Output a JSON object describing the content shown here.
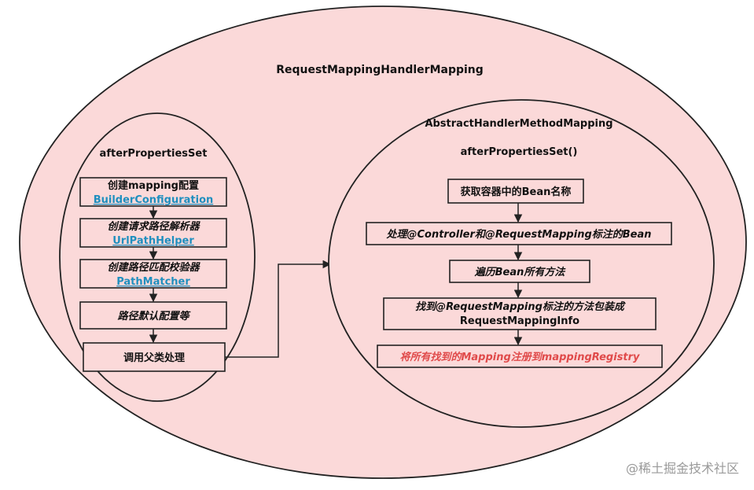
{
  "colors": {
    "fill": "#fbd9d9",
    "stroke": "#222222",
    "link_blue": "#1f8fbf",
    "highlight_red": "#e04a4a"
  },
  "outer": {
    "title": "RequestMappingHandlerMapping"
  },
  "left": {
    "title": "afterPropertiesSet",
    "steps": [
      {
        "line1": "创建mapping配置",
        "line2": "BuilderConfiguration"
      },
      {
        "line1": "创建请求路径解析器",
        "line2": "UrlPathHelper"
      },
      {
        "line1": "创建路径匹配校验器",
        "line2": "PathMatcher"
      },
      {
        "line1": "路径默认配置等"
      },
      {
        "line1": "调用父类处理"
      }
    ]
  },
  "right": {
    "title": "AbstractHandlerMethodMapping",
    "subtitle": "afterPropertiesSet()",
    "steps": [
      {
        "line1": "获取容器中的Bean名称"
      },
      {
        "line1": "处理@Controller和@RequestMapping标注的Bean"
      },
      {
        "line1": "遍历Bean所有方法"
      },
      {
        "line1": "找到@RequestMapping标注的方法包装成",
        "line2": "RequestMappingInfo"
      },
      {
        "line1": "将所有找到的Mapping注册到mappingRegistry"
      }
    ]
  },
  "watermark": "@稀土掘金技术社区"
}
